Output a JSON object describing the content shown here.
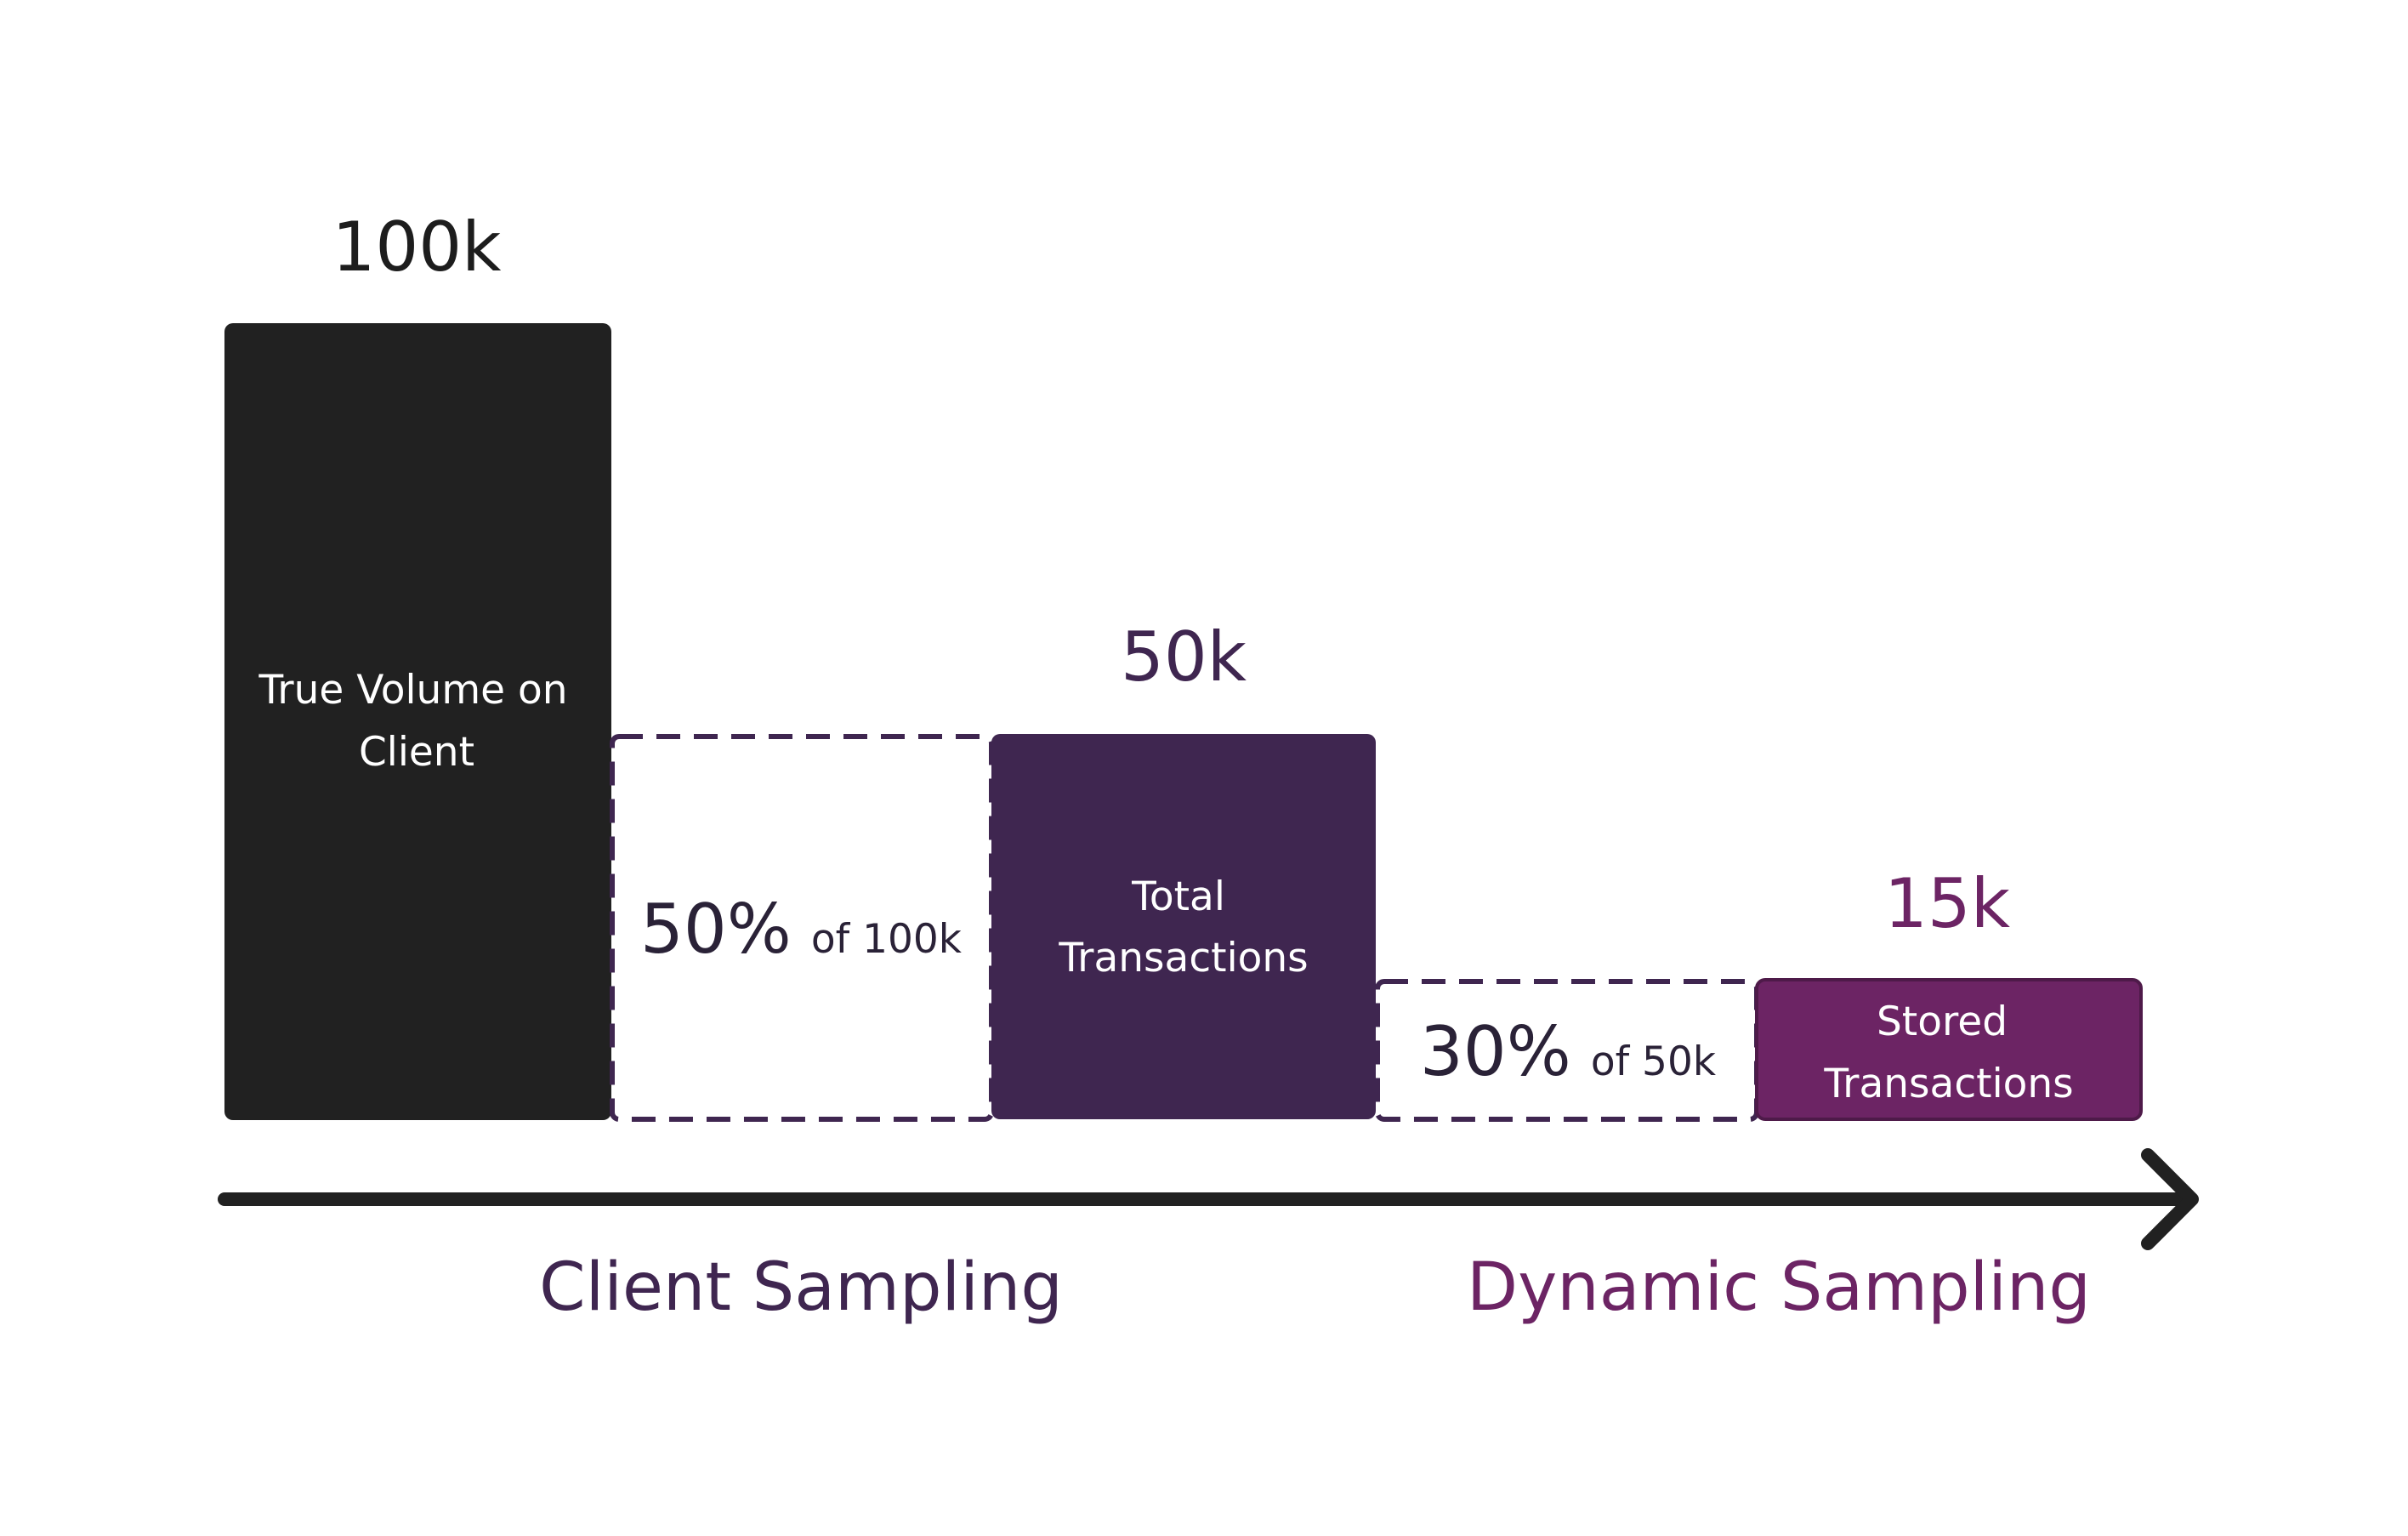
{
  "colors": {
    "client_volume": "#212121",
    "total_transactions": "#3f2650",
    "stored_transactions": "#6c2464",
    "dashed_outline": "#3f2650",
    "arrow": "#212121",
    "client_sampling_label": "#3f2650",
    "dynamic_sampling_label": "#6c2464",
    "value_dark": "#1d1d1d"
  },
  "bars": {
    "client": {
      "value": "100k",
      "label_line1": "True Volume on",
      "label_line2": "Client"
    },
    "total": {
      "value": "50k",
      "label_line1": "Total",
      "label_line2": "Transactions"
    },
    "stored": {
      "value": "15k",
      "label_line1": "Stored",
      "label_line2": "Transactions"
    }
  },
  "rates": {
    "client": {
      "percent": "50%",
      "of": "of 100k"
    },
    "dynamic": {
      "percent": "30%",
      "of": "of 50k"
    }
  },
  "stages": {
    "client_sampling": "Client Sampling",
    "dynamic_sampling": "Dynamic Sampling"
  },
  "icons": {
    "timeline_arrow": "right-arrow-icon"
  }
}
